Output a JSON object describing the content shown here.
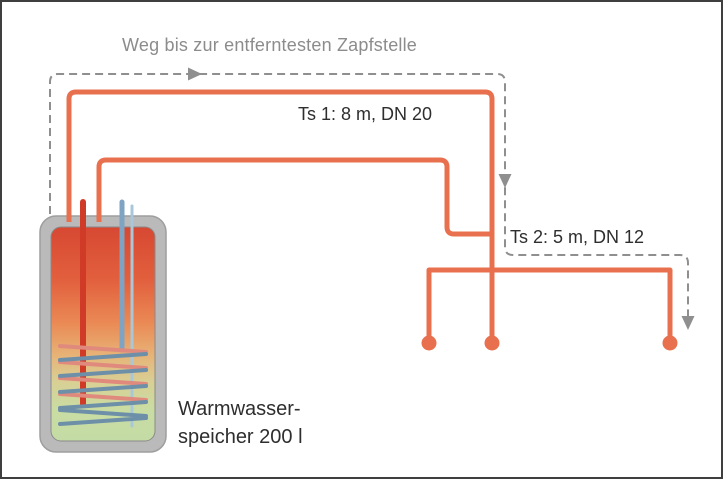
{
  "diagram": {
    "path_label": "Weg bis zur entferntesten Zapfstelle",
    "pipe1_label": "Ts 1: 8 m, DN 20",
    "pipe2_label": "Ts 2: 5 m, DN 12",
    "tank_label_line1": "Warmwasser-",
    "tank_label_line2": "speicher 200 l",
    "tap_count": 3,
    "colors": {
      "pipe": "#e9704e",
      "tap_dot": "#e9704e",
      "dashed_path": "#8f8f8f",
      "path_label_text": "#8c8c8c",
      "label_text": "#2e2e2e",
      "tank_body": "#bababa"
    }
  }
}
